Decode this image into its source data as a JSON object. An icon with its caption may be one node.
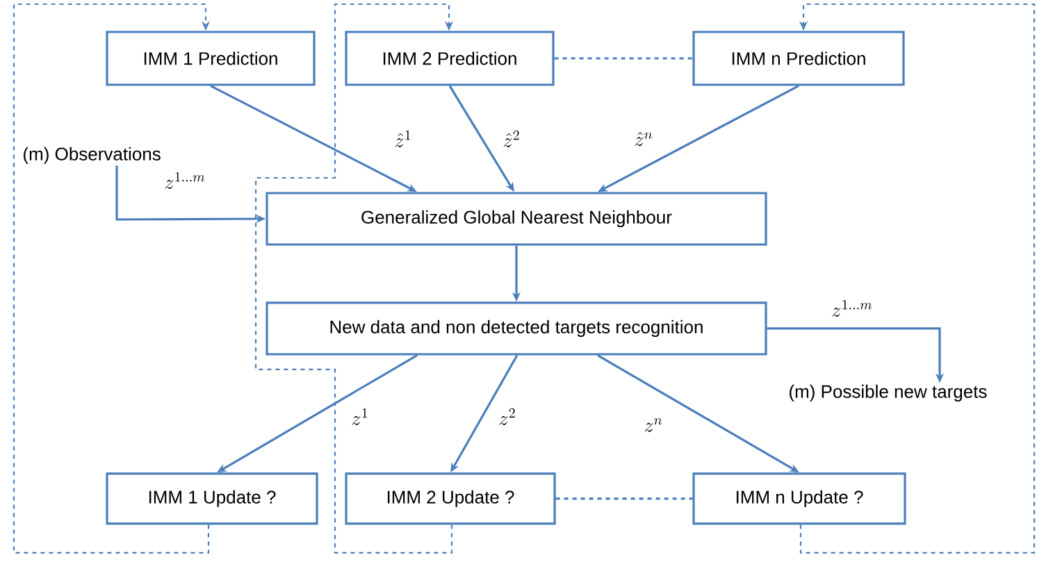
{
  "diagram": {
    "nodes": [
      {
        "text": [
          "IMM 1 Prediction"
        ]
      },
      {
        "text": [
          "IMM 2 Prediction"
        ]
      },
      {
        "text": [
          "IMM n Prediction"
        ]
      },
      {
        "text": [
          "(m) Observations"
        ]
      },
      {
        "text": [
          "Generalized Global Nearest Neighbour"
        ]
      },
      {
        "text": [
          "New data and non detected targets recognition"
        ]
      },
      {
        "text": [
          "(m) Possible new targets"
        ]
      },
      {
        "text": [
          "IMM 1 Update ?"
        ]
      },
      {
        "text": [
          "IMM 2 Update ?"
        ]
      },
      {
        "text": [
          "IMM n Update ?"
        ]
      }
    ],
    "edges": [
      {
        "from": 0,
        "to": 4,
        "arrow": "to",
        "label": "\\hat{z}^{1}"
      },
      {
        "from": 1,
        "to": 4,
        "arrow": "to",
        "label": "\\hat{z}^{2}"
      },
      {
        "from": 2,
        "to": 4,
        "arrow": "to",
        "label": "\\hat{z}^{n}"
      },
      {
        "from": 1,
        "to": 2,
        "arrow": "none",
        "style": "dashed"
      },
      {
        "from": 3,
        "to": 4,
        "arrow": "to",
        "label": "z^{1\\ldots m}"
      },
      {
        "from": 4,
        "to": 5,
        "arrow": "to"
      },
      {
        "from": 5,
        "to": 6,
        "arrow": "to",
        "label": "z^{1\\ldots m}"
      },
      {
        "from": 5,
        "to": 7,
        "arrow": "to",
        "label": "z^{1}"
      },
      {
        "from": 5,
        "to": 8,
        "arrow": "to",
        "label": "z^{2}"
      },
      {
        "from": 5,
        "to": 9,
        "arrow": "to",
        "label": "z^{n}"
      },
      {
        "from": 8,
        "to": 9,
        "arrow": "none",
        "style": "dashed"
      },
      {
        "from": 7,
        "to": 0,
        "arrow": "to",
        "style": "dashed"
      },
      {
        "from": 8,
        "to": 1,
        "arrow": "to",
        "style": "dashed"
      },
      {
        "from": 9,
        "to": 2,
        "arrow": "to",
        "style": "dashed"
      }
    ]
  }
}
